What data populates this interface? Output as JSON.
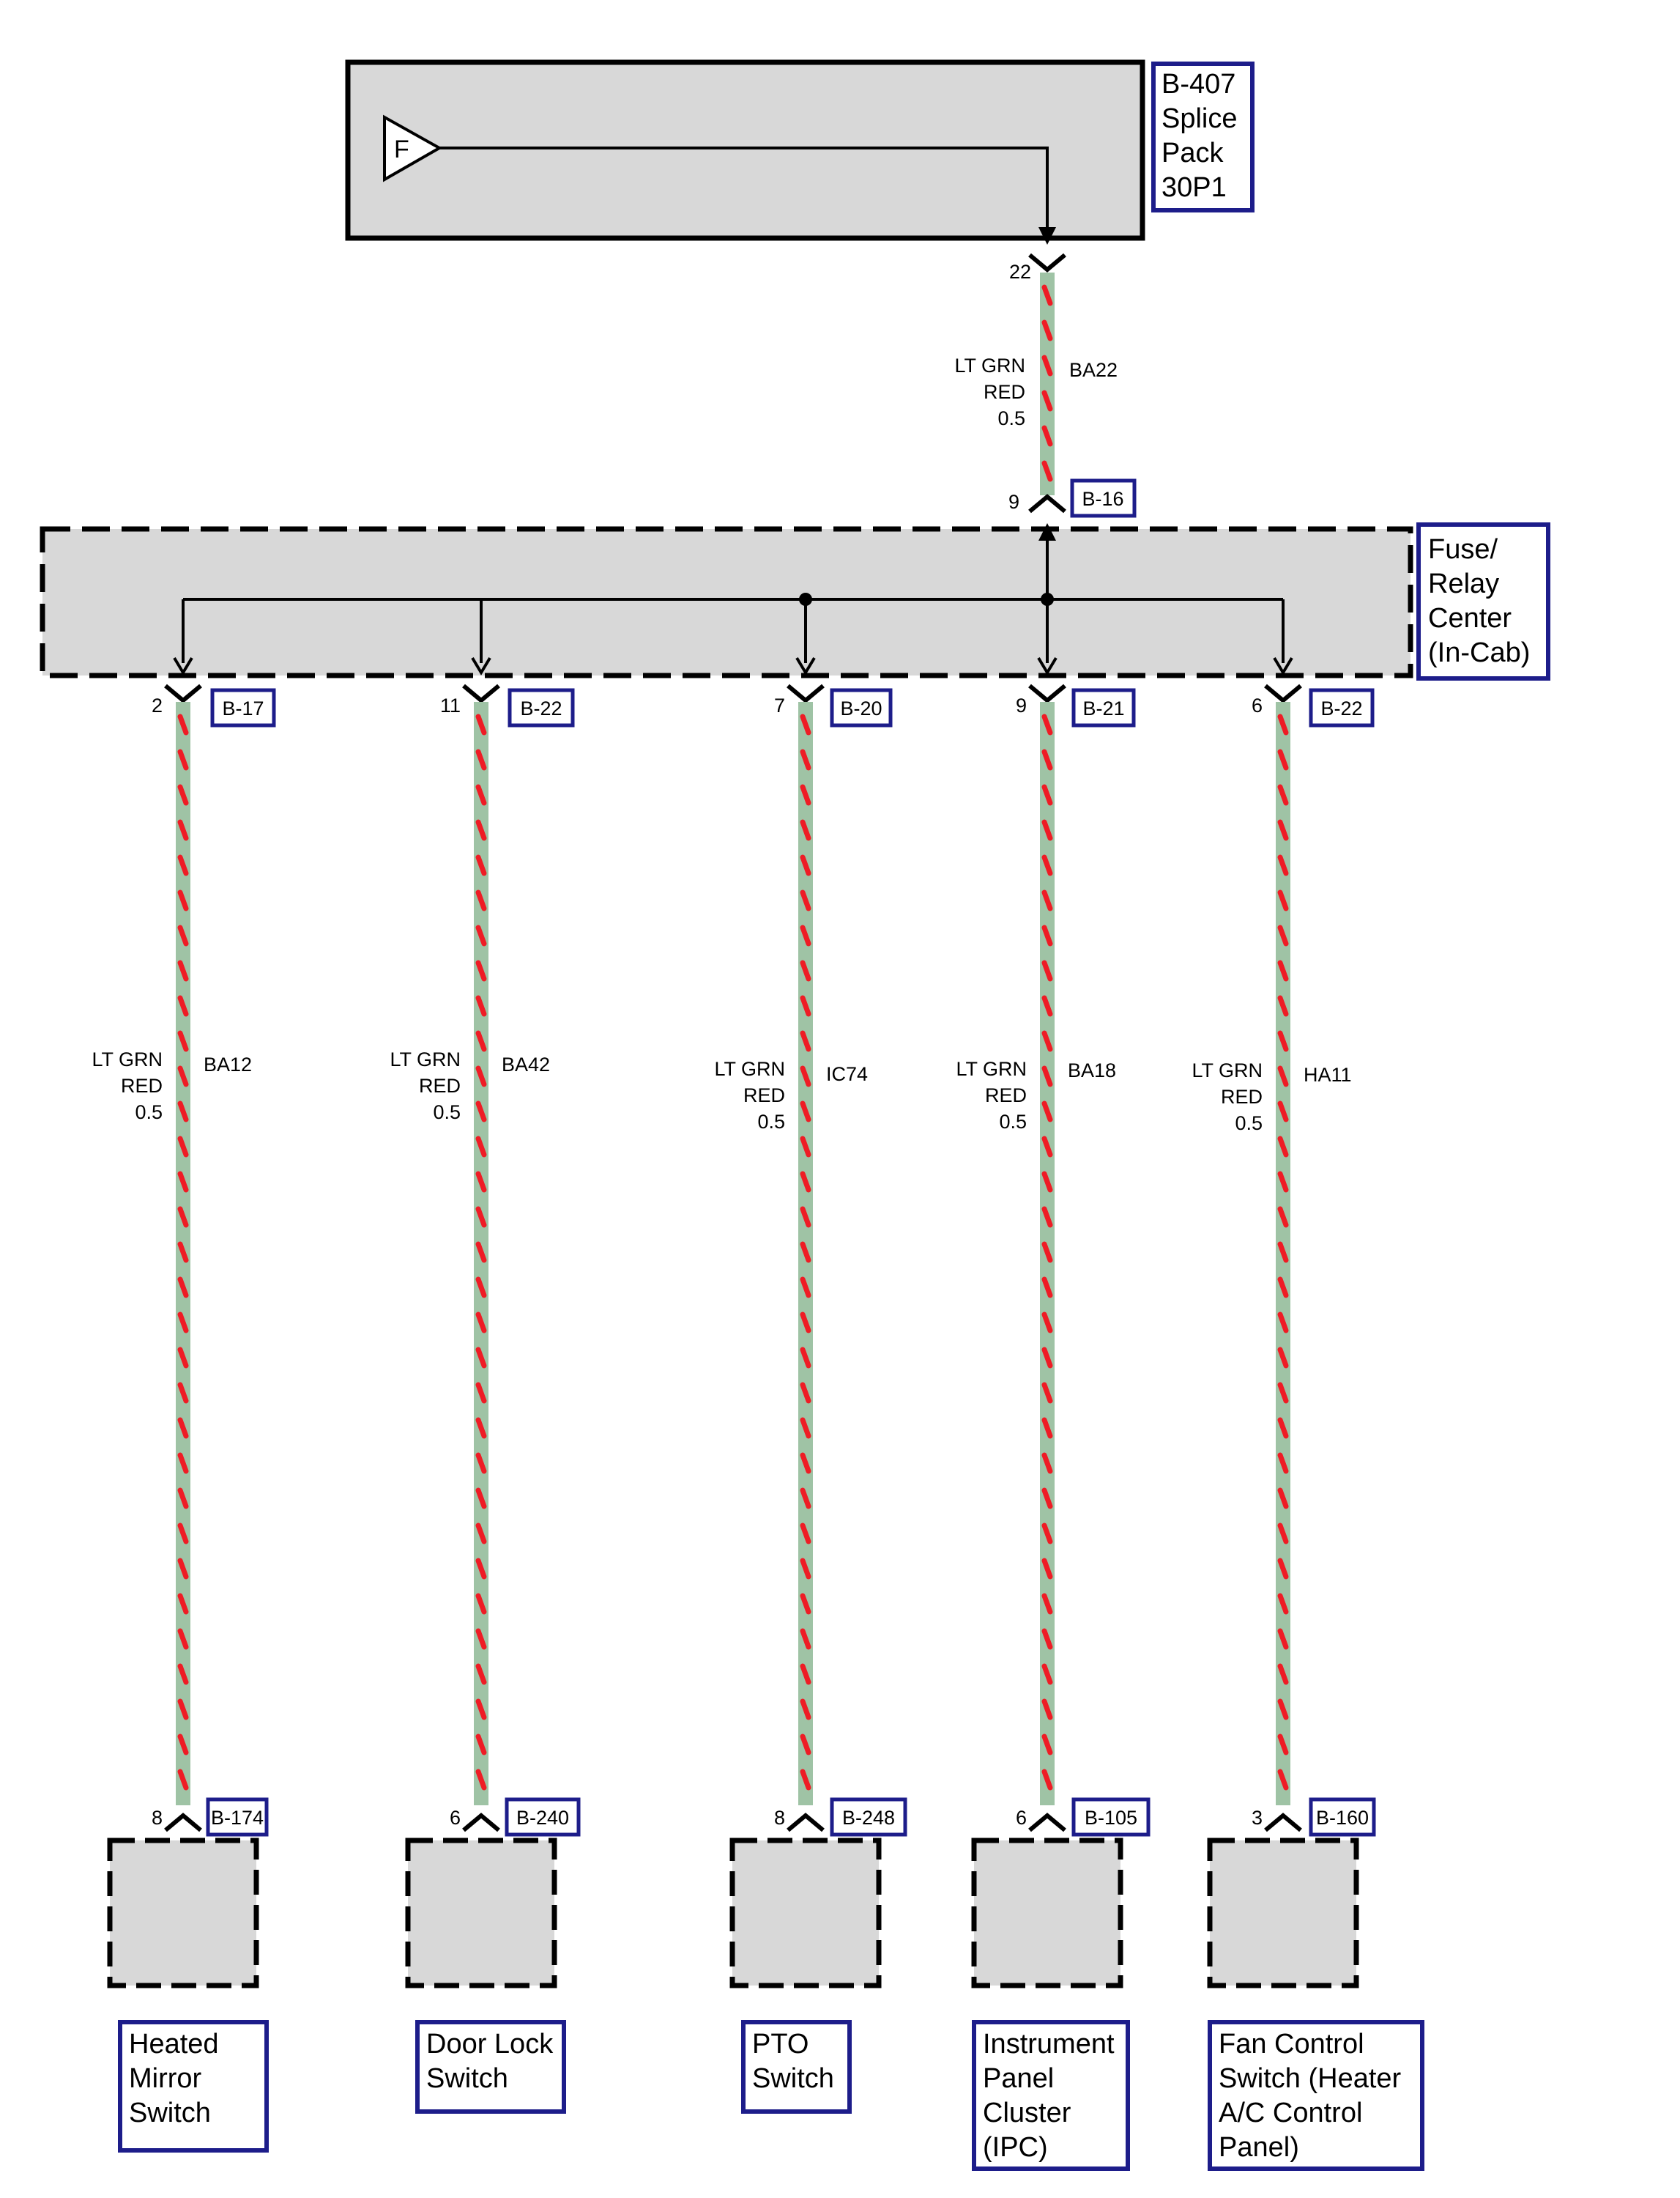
{
  "colors": {
    "wire_base": "#9fc3a5",
    "wire_stripe": "#ee1c25",
    "box_fill": "#d8d8d8",
    "label_border": "#1d1d8a",
    "line": "#000000"
  },
  "splice": {
    "label": [
      "B-407",
      "Splice",
      "Pack",
      "30P1"
    ],
    "icon_letter": "F",
    "pin": "22"
  },
  "top_wire": {
    "color_line1": "LT GRN",
    "color_line2": "RED",
    "gauge": "0.5",
    "circuit": "BA22",
    "fuse_pin": "9",
    "fuse_connector": "B-16"
  },
  "fuse_box": {
    "label": [
      "Fuse/",
      "Relay",
      "Center",
      "(In-Cab)"
    ]
  },
  "branches": [
    {
      "top_pin": "2",
      "top_connector": "B-17",
      "color_line1": "LT GRN",
      "color_line2": "RED",
      "gauge": "0.5",
      "circuit": "BA12",
      "bottom_pin": "8",
      "bottom_connector": "B-174",
      "device": [
        "Heated",
        "Mirror",
        "Switch"
      ]
    },
    {
      "top_pin": "11",
      "top_connector": "B-22",
      "color_line1": "LT GRN",
      "color_line2": "RED",
      "gauge": "0.5",
      "circuit": "BA42",
      "bottom_pin": "6",
      "bottom_connector": "B-240",
      "device": [
        "Door Lock",
        "Switch"
      ]
    },
    {
      "top_pin": "7",
      "top_connector": "B-20",
      "color_line1": "LT GRN",
      "color_line2": "RED",
      "gauge": "0.5",
      "circuit": "IC74",
      "bottom_pin": "8",
      "bottom_connector": "B-248",
      "device": [
        "PTO",
        "Switch"
      ]
    },
    {
      "top_pin": "9",
      "top_connector": "B-21",
      "color_line1": "LT GRN",
      "color_line2": "RED",
      "gauge": "0.5",
      "circuit": "BA18",
      "bottom_pin": "6",
      "bottom_connector": "B-105",
      "device": [
        "Instrument",
        "Panel",
        "Cluster",
        "(IPC)"
      ]
    },
    {
      "top_pin": "6",
      "top_connector": "B-22",
      "color_line1": "LT GRN",
      "color_line2": "RED",
      "gauge": "0.5",
      "circuit": "HA11",
      "bottom_pin": "3",
      "bottom_connector": "B-160",
      "device": [
        "Fan Control",
        "Switch (Heater",
        "A/C Control",
        "Panel)"
      ]
    }
  ]
}
